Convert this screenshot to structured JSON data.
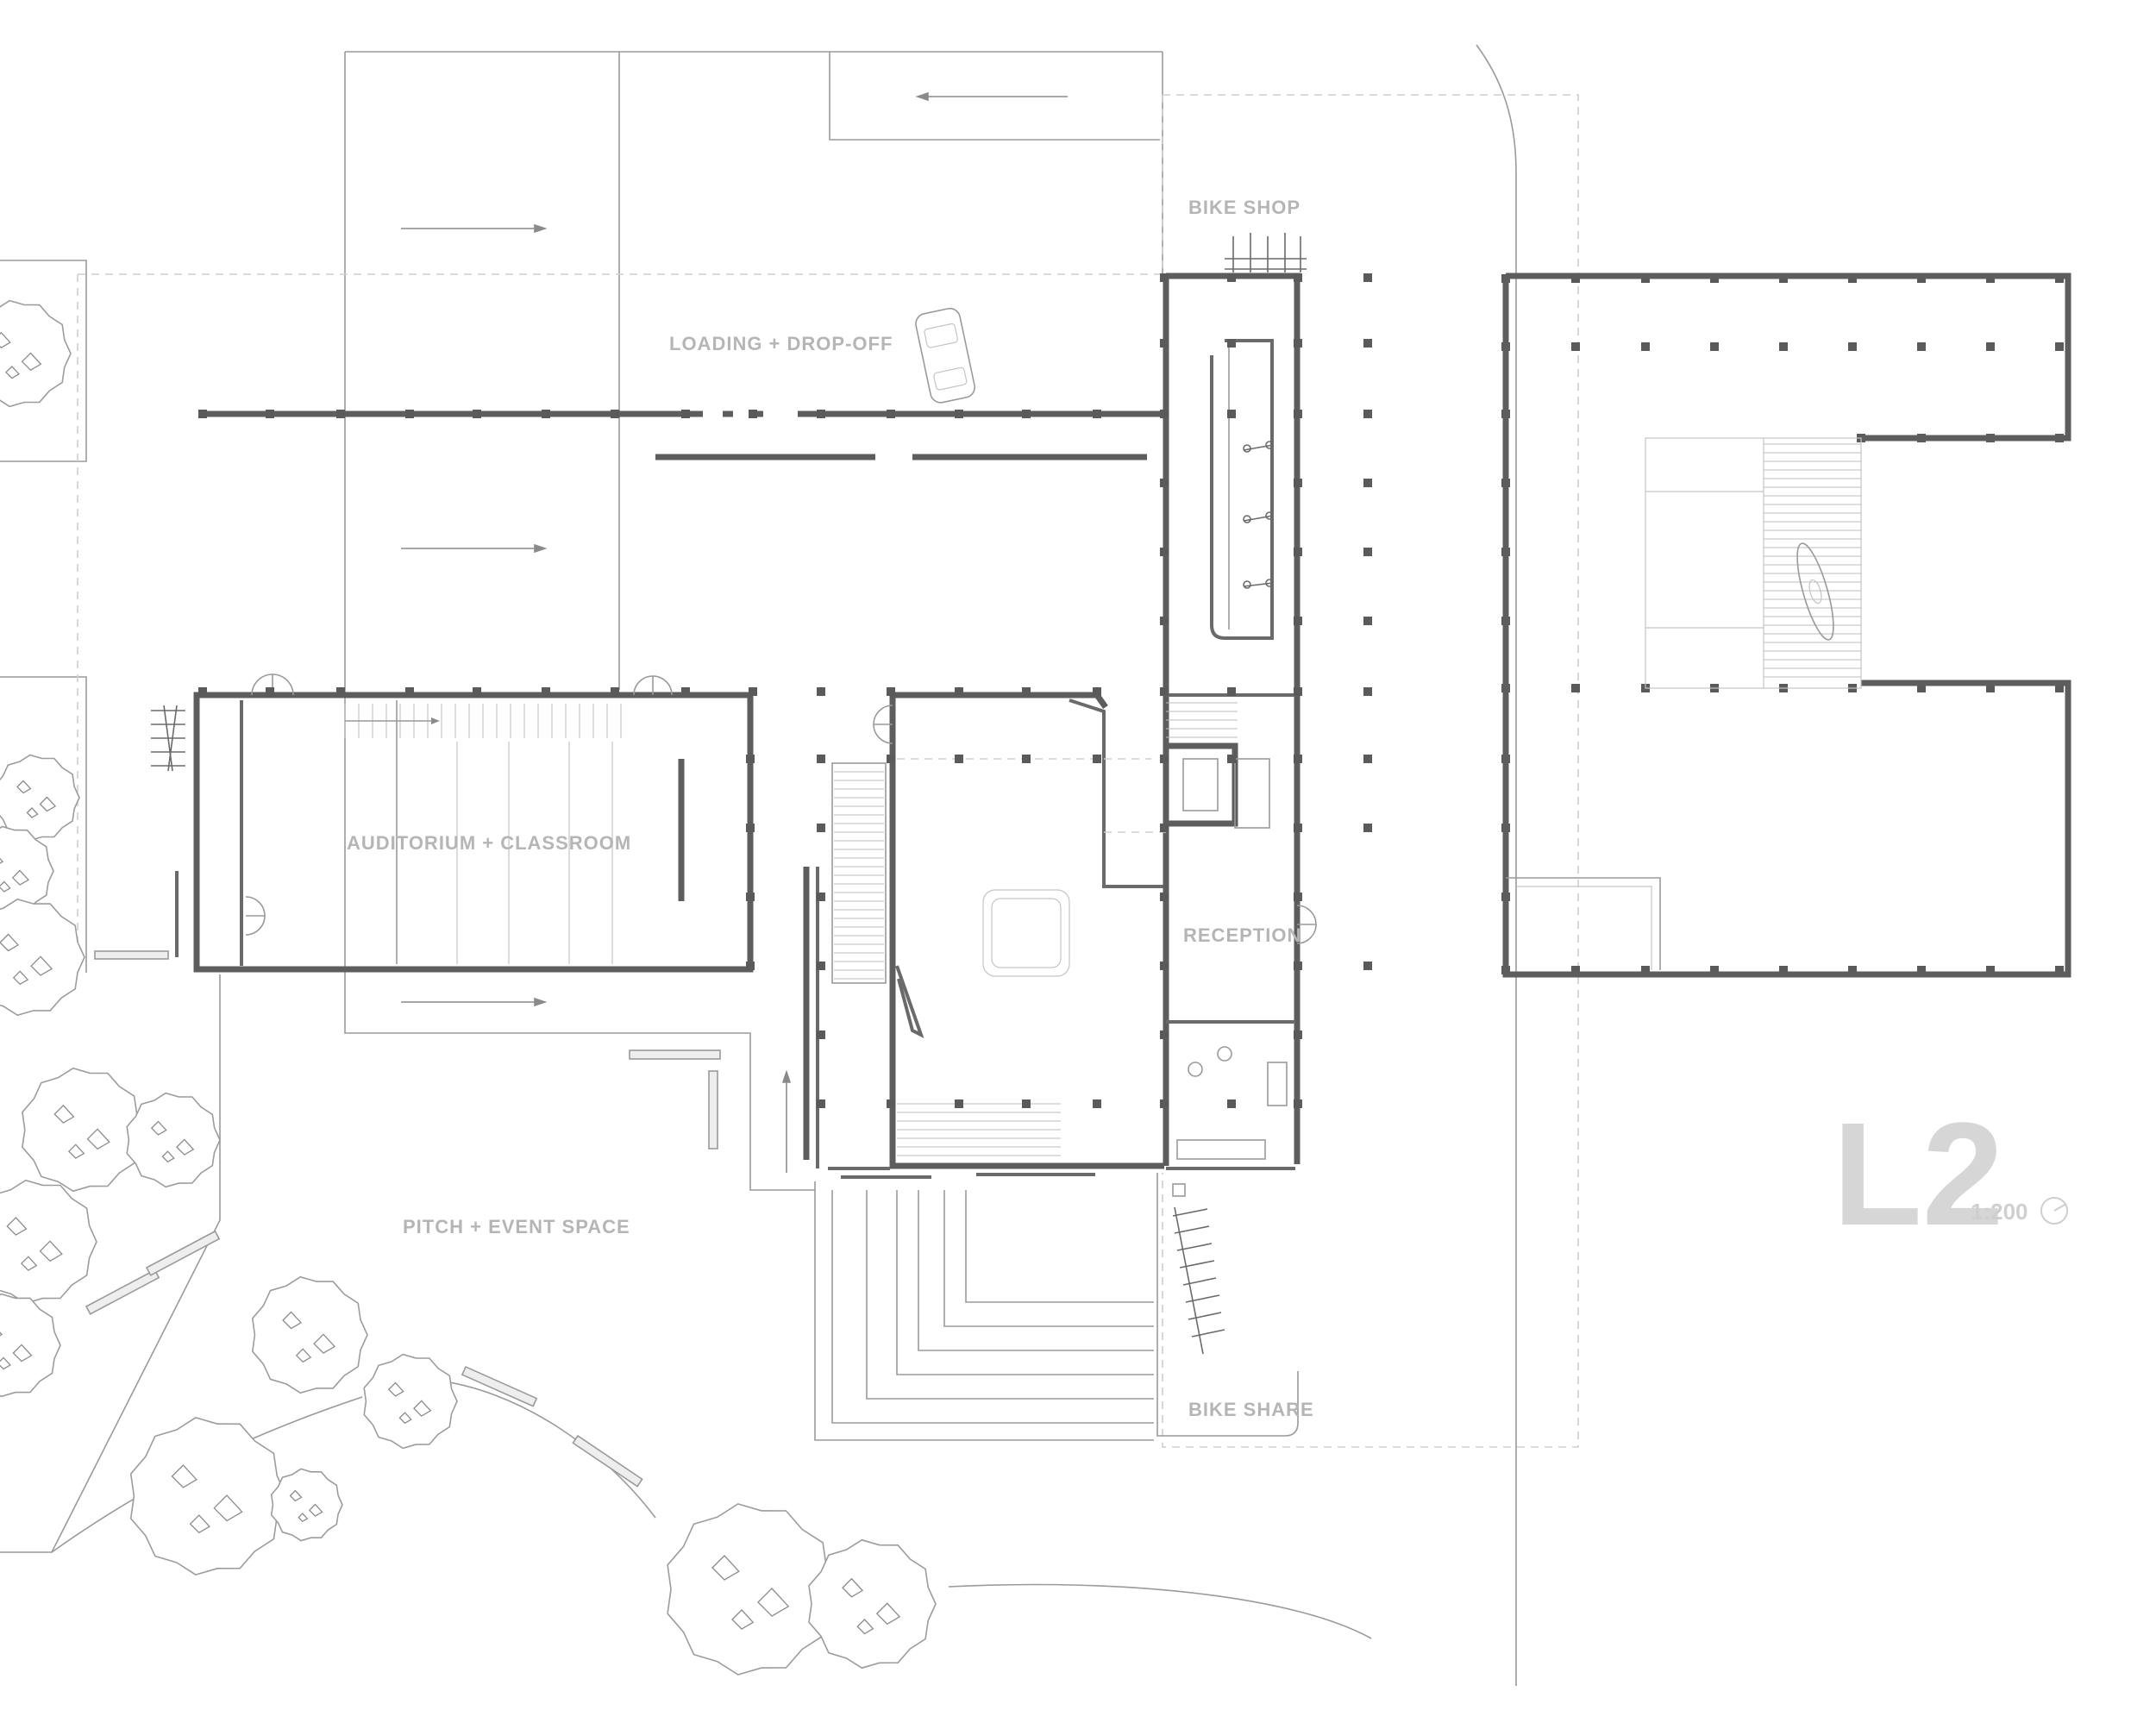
{
  "plan": {
    "labels": {
      "bike_shop": "BIKE SHOP",
      "loading": "LOADING + DROP-OFF",
      "auditorium": "AUDITORIUM  + CLASSROOM",
      "reception": "RECEPTION",
      "pitch": "PITCH + EVENT SPACE",
      "bike_share": "BIKE SHARE"
    },
    "level": "L2",
    "scale": "1:200",
    "north_arrow_icon": "north-arrow-icon",
    "colors": {
      "wall": "#5d5d5d",
      "line": "#9a9a9a",
      "label": "#b5b5b5",
      "level": "#d6d6d6"
    }
  }
}
